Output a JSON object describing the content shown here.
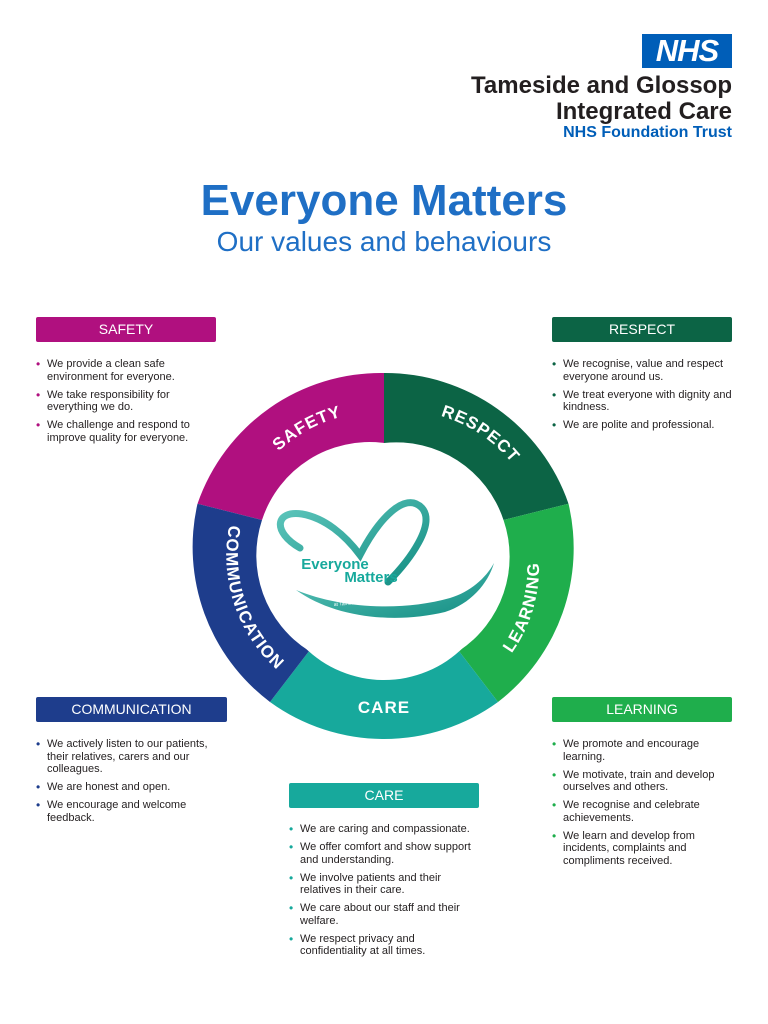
{
  "logo": {
    "text": "NHS",
    "color": "#005eb8"
  },
  "organisation": {
    "line1": "Tameside and Glossop",
    "line2": "Integrated Care",
    "line3": "NHS Foundation Trust"
  },
  "heading": {
    "title": "Everyone Matters",
    "subtitle": "Our values and behaviours"
  },
  "wheel": {
    "segments": [
      {
        "label": "SAFETY",
        "color": "#b0107f"
      },
      {
        "label": "RESPECT",
        "color": "#0c6445"
      },
      {
        "label": "LEARNING",
        "color": "#1fae4c"
      },
      {
        "label": "CARE",
        "color": "#17a99c"
      },
      {
        "label": "COMMUNICATION",
        "color": "#1e3d8c"
      }
    ],
    "center_logo": {
      "line1": "Everyone",
      "line2": "Matters",
      "tagline": "at Tameside Hospital"
    }
  },
  "values": {
    "safety": {
      "title": "SAFETY",
      "color": "#b0107f",
      "items": [
        "We provide a clean safe environment for everyone.",
        "We take responsibility for everything we do.",
        "We challenge and respond to improve quality for everyone."
      ]
    },
    "respect": {
      "title": "RESPECT",
      "color": "#0c6445",
      "items": [
        "We recognise, value and respect everyone around us.",
        "We treat everyone with dignity and kindness.",
        "We are polite and professional."
      ]
    },
    "communication": {
      "title": "COMMUNICATION",
      "color": "#1e3d8c",
      "items": [
        "We actively listen to our patients, their relatives, carers and our colleagues.",
        "We are honest and open.",
        "We encourage and welcome feedback."
      ]
    },
    "learning": {
      "title": "LEARNING",
      "color": "#1fae4c",
      "items": [
        "We promote and encourage learning.",
        "We motivate, train and develop ourselves and others.",
        "We recognise and celebrate achievements.",
        "We learn and develop from incidents, complaints and compliments received."
      ]
    },
    "care": {
      "title": "CARE",
      "color": "#17a99c",
      "items": [
        "We are caring and compassionate.",
        "We offer comfort and show support and understanding.",
        "We involve patients and their relatives in their care.",
        "We care about our staff and their welfare.",
        "We respect privacy and confidentiality at all times."
      ]
    }
  }
}
